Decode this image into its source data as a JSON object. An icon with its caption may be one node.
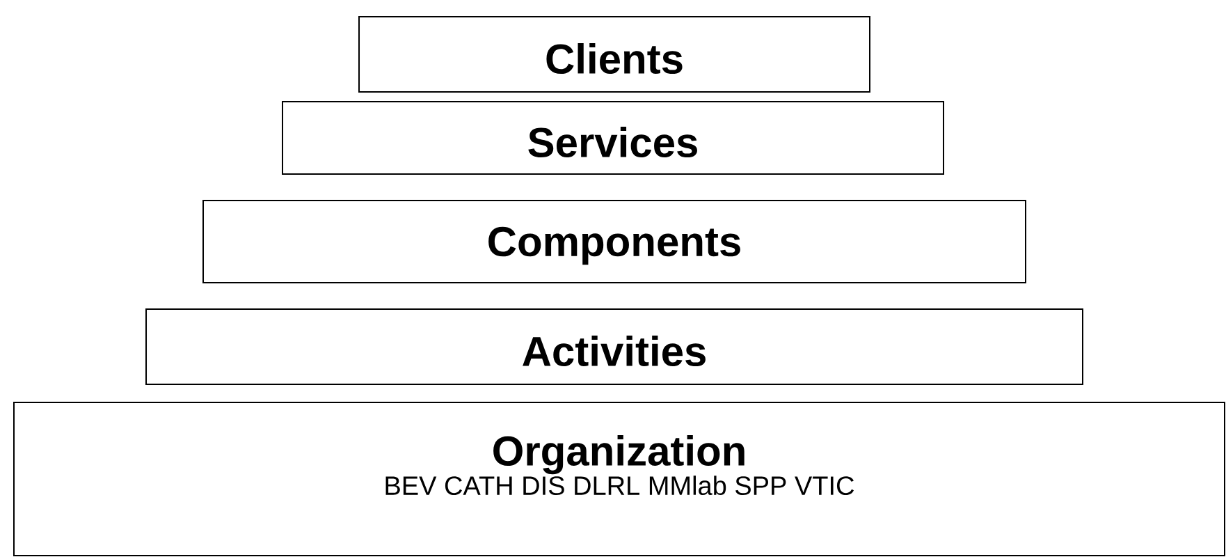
{
  "diagram": {
    "nodes": [
      {
        "text": [
          "Clients"
        ]
      },
      {
        "text": [
          "Services"
        ]
      },
      {
        "text": [
          "Components"
        ]
      },
      {
        "text": [
          "Activities"
        ]
      },
      {
        "text": [
          "Organization",
          "BEV CATH DIS DLRL MMlab SPP VTIC"
        ]
      }
    ]
  }
}
